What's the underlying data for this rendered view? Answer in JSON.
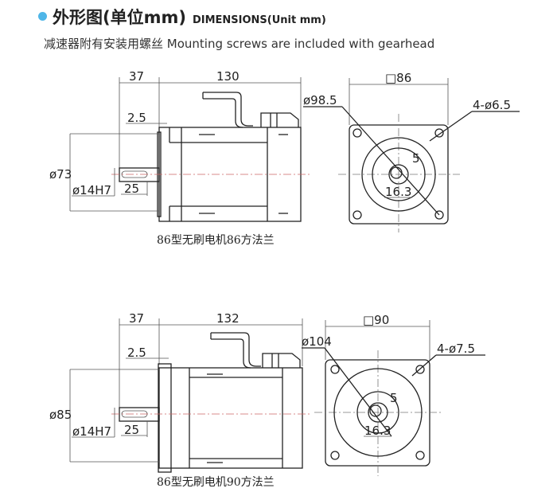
{
  "header": {
    "title_cn": "外形图(单位mm)",
    "title_en": "DIMENSIONS(Unit mm)",
    "subtitle": "减速器附有安装用螺丝 Mounting screws are included with gearhead",
    "bullet_color": "#4fb6e8"
  },
  "drawing_86": {
    "shaft_length": "37",
    "body_length": "130",
    "flange_step": "2.5",
    "pilot_diameter": "ø73",
    "shaft_diameter": "ø14H7",
    "key_length": "25",
    "flange_square": "□86",
    "bolt_circle": "ø98.5",
    "holes": "4-ø6.5",
    "key_width": "5",
    "key_height": "16.3",
    "caption": "86型无刷电机86方法兰"
  },
  "drawing_90": {
    "shaft_length": "37",
    "body_length": "132",
    "flange_step": "2.5",
    "pilot_diameter": "ø85",
    "shaft_diameter": "ø14H7",
    "key_length": "25",
    "flange_square": "□90",
    "bolt_circle": "ø104",
    "holes": "4-ø7.5",
    "key_width": "5",
    "key_height": "16.3",
    "caption": "86型无刷电机90方法兰"
  }
}
